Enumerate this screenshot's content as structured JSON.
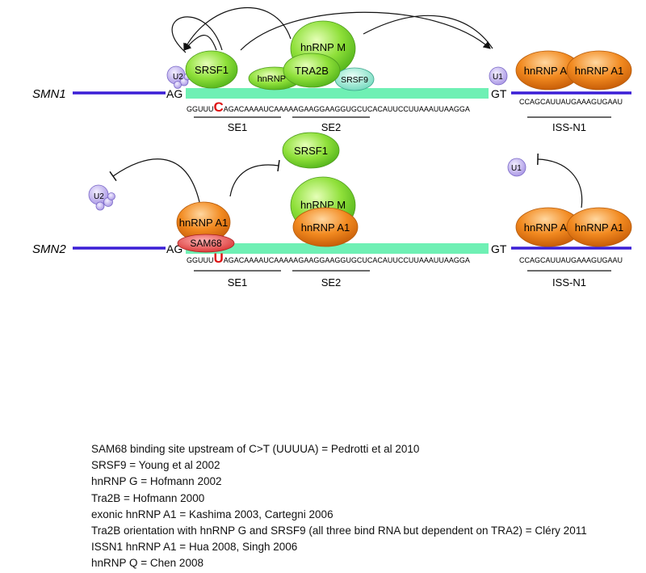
{
  "gene_labels": {
    "top": "SMN1",
    "bottom": "SMN2"
  },
  "splice_labels": {
    "ag": "AG",
    "gt": "GT"
  },
  "snrnp": {
    "u1": "U1",
    "u2": "U2"
  },
  "sequences": {
    "top_prefix": "GGUUU",
    "top_mutation": "C",
    "top_suffix": "AGACAAAAUCAAAAAGAAGGAAGGUGCUCACAUUCCUUAAAUUAAGGA",
    "bottom_prefix": "GGUUU",
    "bottom_mutation": "U",
    "bottom_suffix": "AGACAAAAUCAAAAAGAAGGAAGGUGCUCACAUUCCUUAAAUUAAGGA",
    "intron": "CCAGCAUUAUGAAAGUGAAU"
  },
  "regions": {
    "se1": "SE1",
    "se2": "SE2",
    "iss": "ISS-N1"
  },
  "proteins": {
    "srsf1": "SRSF1",
    "hnrnp_g": "hnRNP G",
    "hnrnp_m": "hnRNP M",
    "tra2b": "TRA2B",
    "srsf9": "SRSF9",
    "hnrnp_a1": "hnRNP A1",
    "sam68": "SAM68"
  },
  "references": [
    "SAM68 binding site upstream of C>T (UUUUA) = Pedrotti et al 2010",
    "SRSF9 = Young et al 2002",
    "hnRNP G = Hofmann 2002",
    "Tra2B = Hofmann 2000",
    "exonic hnRNP A1 = Kashima 2003, Cartegni 2006",
    "Tra2B orientation with hnRNP G and SRSF9 (all three bind RNA but dependent on TRA2) = Cléry 2011",
    "ISSN1 hnRNP A1 = Hua 2008, Singh 2006",
    "hnRNP Q = Chen 2008"
  ],
  "colors": {
    "intron_line": "#3b1fd6",
    "exon": "#6ff0b4",
    "green_protein": "#8ee03a",
    "orange_protein": "#f08a1e",
    "snrnp": "#b3a2ea",
    "sam68": "#e8474a",
    "srsf9": "#7ee0c8",
    "mutation": "#dd1111"
  }
}
